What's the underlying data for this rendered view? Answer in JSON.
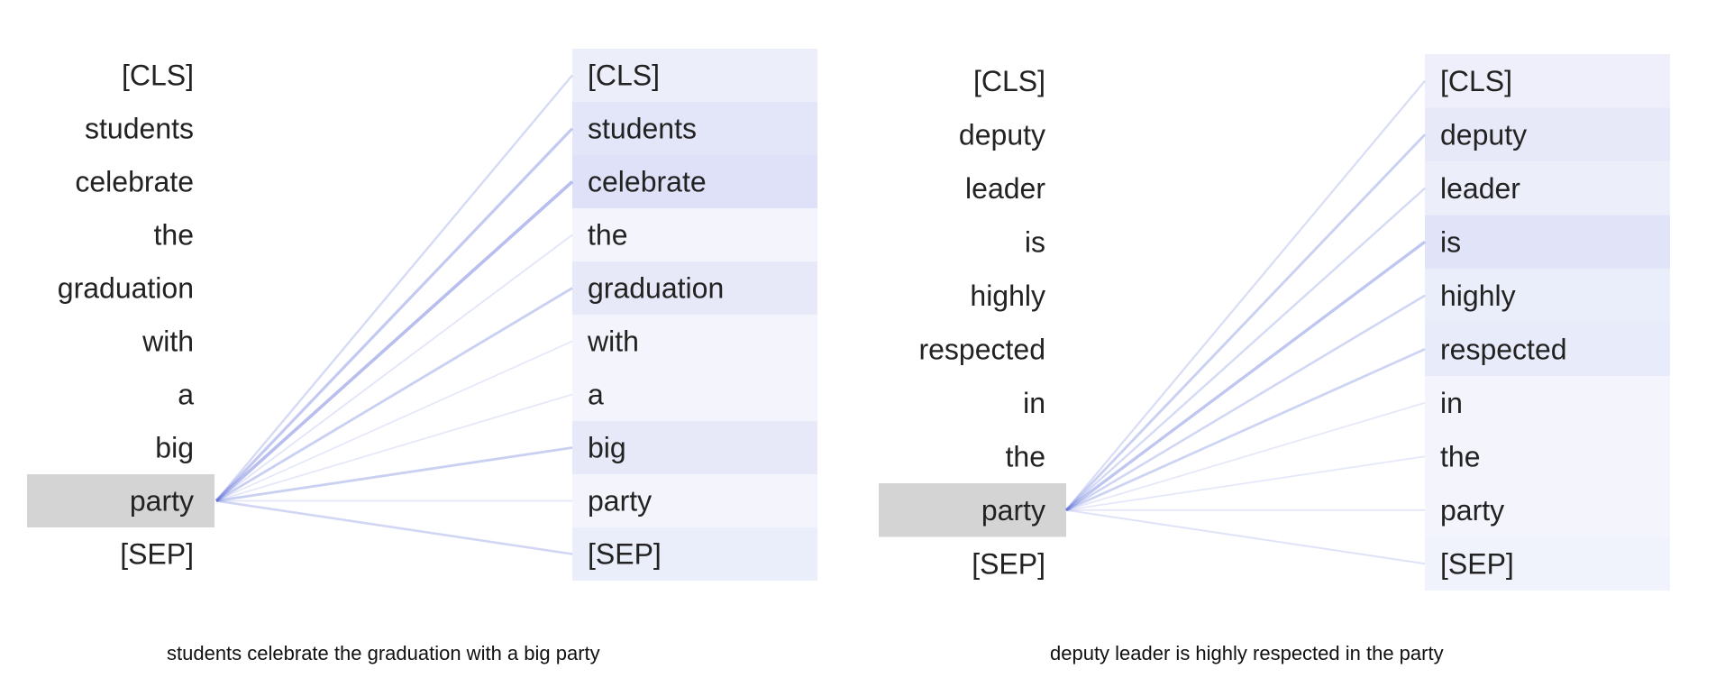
{
  "panels": [
    {
      "tokens": [
        "[CLS]",
        "students",
        "celebrate",
        "the",
        "graduation",
        "with",
        "a",
        "big",
        "party",
        "[SEP]"
      ],
      "selected_index": 8,
      "attention": [
        0.3,
        0.55,
        0.7,
        0.12,
        0.45,
        0.08,
        0.08,
        0.45,
        0.12,
        0.35
      ],
      "caption": "students celebrate the graduation with a big party"
    },
    {
      "tokens": [
        "[CLS]",
        "deputy",
        "leader",
        "is",
        "highly",
        "respected",
        "in",
        "the",
        "party",
        "[SEP]"
      ],
      "selected_index": 8,
      "attention": [
        0.25,
        0.45,
        0.3,
        0.6,
        0.35,
        0.4,
        0.08,
        0.08,
        0.12,
        0.15
      ],
      "caption": "deputy leader is highly respected in the party"
    }
  ],
  "colors": {
    "attention": "#5b6cd8",
    "selected_bg": "#d4d4d4",
    "text": "#222222"
  }
}
